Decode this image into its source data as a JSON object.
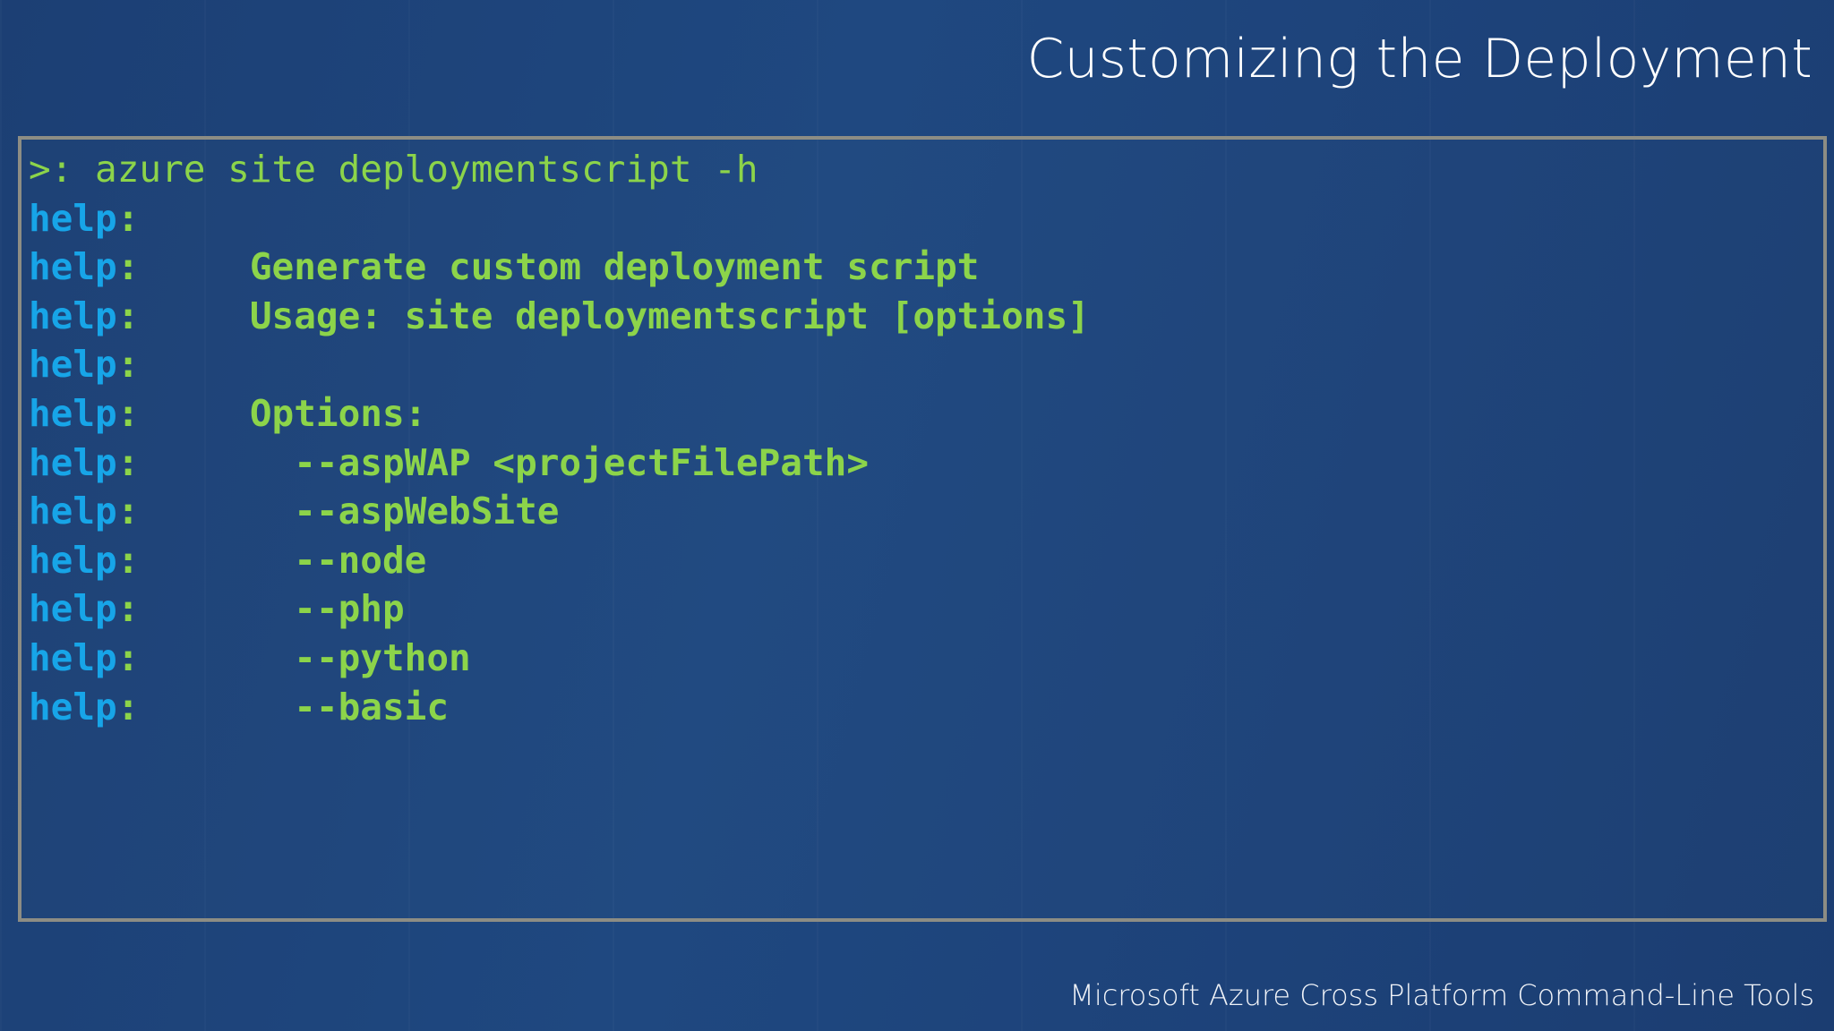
{
  "slide": {
    "title": "Customizing the Deployment",
    "footer": "Microsoft Azure Cross Platform Command-Line Tools",
    "colors": {
      "background": "#1d4279",
      "terminal_border": "#8d8d84",
      "terminal_green": "#8cd44a",
      "terminal_cyan": "#17a5e8",
      "title_white": "#ffffff"
    }
  },
  "terminal": {
    "prompt_symbol": ">:",
    "command": " azure site deploymentscript -h",
    "label": "help",
    "label_colon": ":",
    "lines": [
      {
        "kind": "command",
        "prompt": ">:",
        "text": " azure site deploymentscript -h"
      },
      {
        "kind": "output",
        "label": "help",
        "colon": ":",
        "text": ""
      },
      {
        "kind": "output",
        "label": "help",
        "colon": ":",
        "text": "     Generate custom deployment script"
      },
      {
        "kind": "output",
        "label": "help",
        "colon": ":",
        "text": "     Usage: site deploymentscript [options]"
      },
      {
        "kind": "output",
        "label": "help",
        "colon": ":",
        "text": ""
      },
      {
        "kind": "output",
        "label": "help",
        "colon": ":",
        "text": "     Options:"
      },
      {
        "kind": "output",
        "label": "help",
        "colon": ":",
        "text": "       --aspWAP <projectFilePath>"
      },
      {
        "kind": "output",
        "label": "help",
        "colon": ":",
        "text": "       --aspWebSite"
      },
      {
        "kind": "output",
        "label": "help",
        "colon": ":",
        "text": "       --node"
      },
      {
        "kind": "output",
        "label": "help",
        "colon": ":",
        "text": "       --php"
      },
      {
        "kind": "output",
        "label": "help",
        "colon": ":",
        "text": "       --python"
      },
      {
        "kind": "output",
        "label": "help",
        "colon": ":",
        "text": "       --basic"
      }
    ]
  }
}
